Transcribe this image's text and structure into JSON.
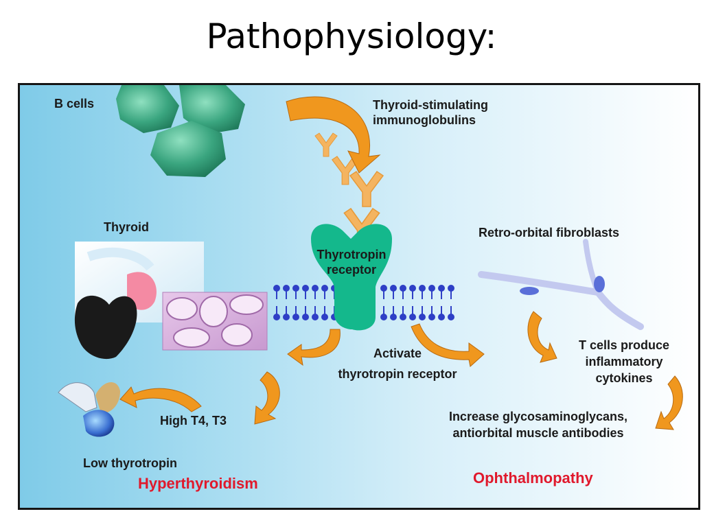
{
  "title": "Pathophysiology:",
  "labels": {
    "b_cells": "B cells",
    "tsi_line1": "Thyroid-stimulating",
    "tsi_line2": "immunoglobulins",
    "thyroid": "Thyroid",
    "receptor_line1": "Thyrotropin",
    "receptor_line2": "receptor",
    "retro_orbital": "Retro-orbital fibroblasts",
    "activate_line1": "Activate",
    "activate_line2": "thyrotropin receptor",
    "t_cells_line1": "T cells produce",
    "t_cells_line2": "inflammatory",
    "t_cells_line3": "cytokines",
    "high_t4": "High T4, T3",
    "increase_line1": "Increase glycosaminoglycans,",
    "increase_line2": "antiorbital muscle antibodies",
    "low_tsh": "Low  thyrotropin",
    "hyperthyroidism": "Hyperthyroidism",
    "ophthalmopathy": "Ophthalmopathy"
  },
  "colors": {
    "arrow": "#f0971e",
    "receptor": "#14b88c",
    "membrane": "#2e3fc6",
    "b_cell": "#3aa57f",
    "antibody": "#f4b460",
    "outcome": "#e0192c"
  }
}
